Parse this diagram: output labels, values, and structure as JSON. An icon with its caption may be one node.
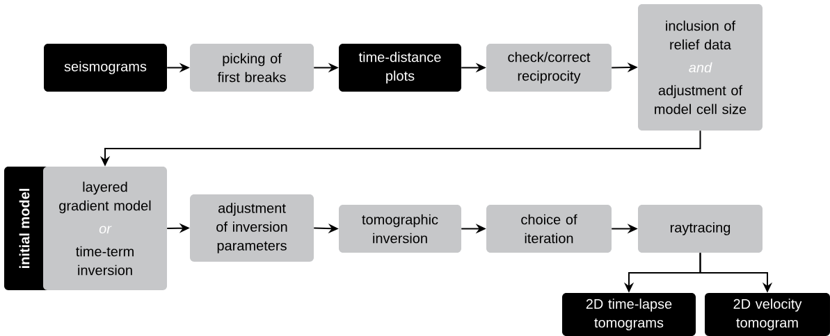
{
  "diagram": {
    "nodes": [
      {
        "text": [
          "seismograms"
        ]
      },
      {
        "text": [
          "picking of first breaks"
        ]
      },
      {
        "text": [
          "time-distance plots"
        ]
      },
      {
        "text": [
          "check/correct reciprocity"
        ]
      },
      {
        "text": [
          "inclusion of relief data",
          "and",
          "adjustment of model cell size"
        ]
      },
      {
        "text": [
          "initial model",
          "layered gradient model",
          "or",
          "time-term inversion"
        ]
      },
      {
        "text": [
          "adjustment of inversion parameters"
        ]
      },
      {
        "text": [
          "tomographic inversion"
        ]
      },
      {
        "text": [
          "choice of iteration"
        ]
      },
      {
        "text": [
          "raytracing"
        ]
      },
      {
        "text": [
          "2D time-lapse tomograms"
        ]
      },
      {
        "text": [
          "2D velocity tomogram"
        ]
      }
    ],
    "edges": [
      {
        "from": 0,
        "to": 1,
        "arrow": "to"
      },
      {
        "from": 1,
        "to": 2,
        "arrow": "to"
      },
      {
        "from": 2,
        "to": 3,
        "arrow": "to"
      },
      {
        "from": 3,
        "to": 4,
        "arrow": "to"
      },
      {
        "from": 4,
        "to": 5,
        "arrow": "to"
      },
      {
        "from": 5,
        "to": 6,
        "arrow": "to"
      },
      {
        "from": 6,
        "to": 7,
        "arrow": "to"
      },
      {
        "from": 7,
        "to": 8,
        "arrow": "to"
      },
      {
        "from": 8,
        "to": 9,
        "arrow": "to"
      },
      {
        "from": 9,
        "to": 10,
        "arrow": "to"
      },
      {
        "from": 9,
        "to": 11,
        "arrow": "to"
      }
    ]
  }
}
